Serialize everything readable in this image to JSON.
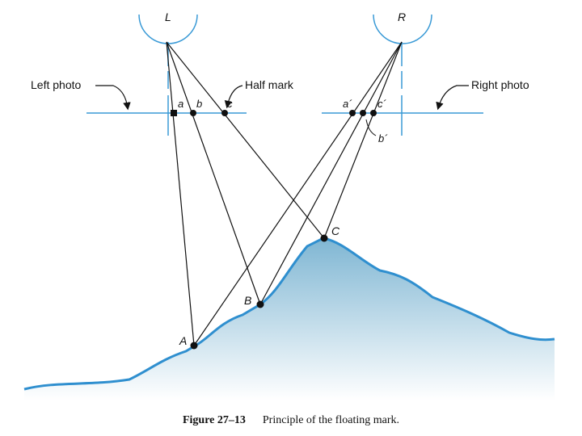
{
  "cameras": {
    "left": "L",
    "right": "R"
  },
  "labels": {
    "left_photo": "Left photo",
    "right_photo": "Right photo",
    "half_mark": "Half mark"
  },
  "left_image_points": [
    "a",
    "b",
    "c"
  ],
  "right_image_points": [
    "a´",
    "b´",
    "c´"
  ],
  "ground_points": [
    "A",
    "B",
    "C"
  ],
  "caption": {
    "figure": "Figure 27–13",
    "text": "Principle of the floating mark."
  },
  "colors": {
    "terrain_outline": "#2f8fcf",
    "terrain_fill_top": "#7fb6d3",
    "terrain_fill_bottom": "#ffffff",
    "photo_plane": "#3a9ad6",
    "rays": "#111111"
  }
}
